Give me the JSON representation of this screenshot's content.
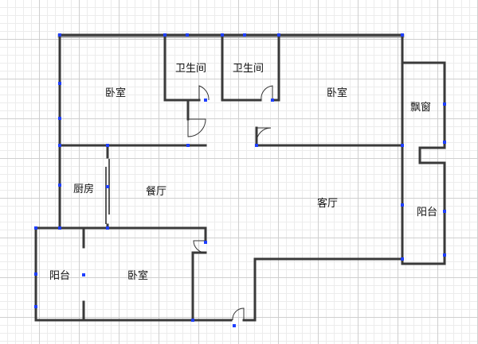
{
  "rooms": {
    "bedroom_nw": "卧室",
    "bathroom_1": "卫生间",
    "bathroom_2": "卫生间",
    "bedroom_ne": "卧室",
    "bay_window": "飘窗",
    "kitchen": "厨房",
    "dining": "餐厅",
    "living": "客厅",
    "balcony_e": "阳台",
    "balcony_sw": "阳台",
    "bedroom_s": "卧室"
  },
  "colors": {
    "wall": "#3a3a3a",
    "grid": "#cfcfcf",
    "node": "#1f3fff"
  }
}
